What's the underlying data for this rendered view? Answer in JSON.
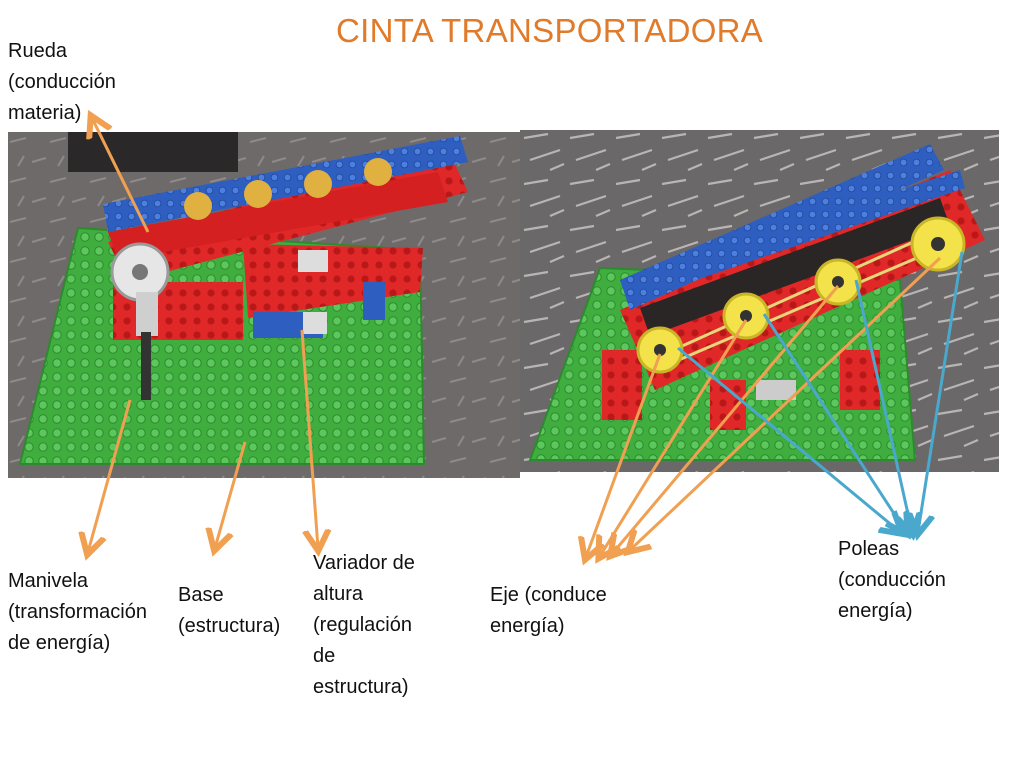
{
  "slide": {
    "title": "CINTA TRANSPORTADORA"
  },
  "labels": {
    "rueda": "Rueda\n(conducción\nmateria)",
    "manivela": "Manivela\n(transformación\nde energía)",
    "base": "Base\n(estructura)",
    "variador": "Variador de\naltura\n(regulación\nde\nestructura)",
    "eje": "Eje (conduce\nenergía)",
    "poleas": "Poleas\n(conducción\nenergía)"
  },
  "colors": {
    "title": "#e07b2b",
    "arrow_orange": "#f0a050",
    "arrow_blue": "#4aa8cc",
    "lego_green": "#3fae3f",
    "lego_red": "#e02828",
    "lego_blue": "#2e5fc0",
    "pulley_yellow": "#f4e24a",
    "floor_gray": "#6c6a6a"
  },
  "photos": {
    "left": "lego-conveyor-side-view-photo",
    "right": "lego-conveyor-pulleys-photo"
  }
}
